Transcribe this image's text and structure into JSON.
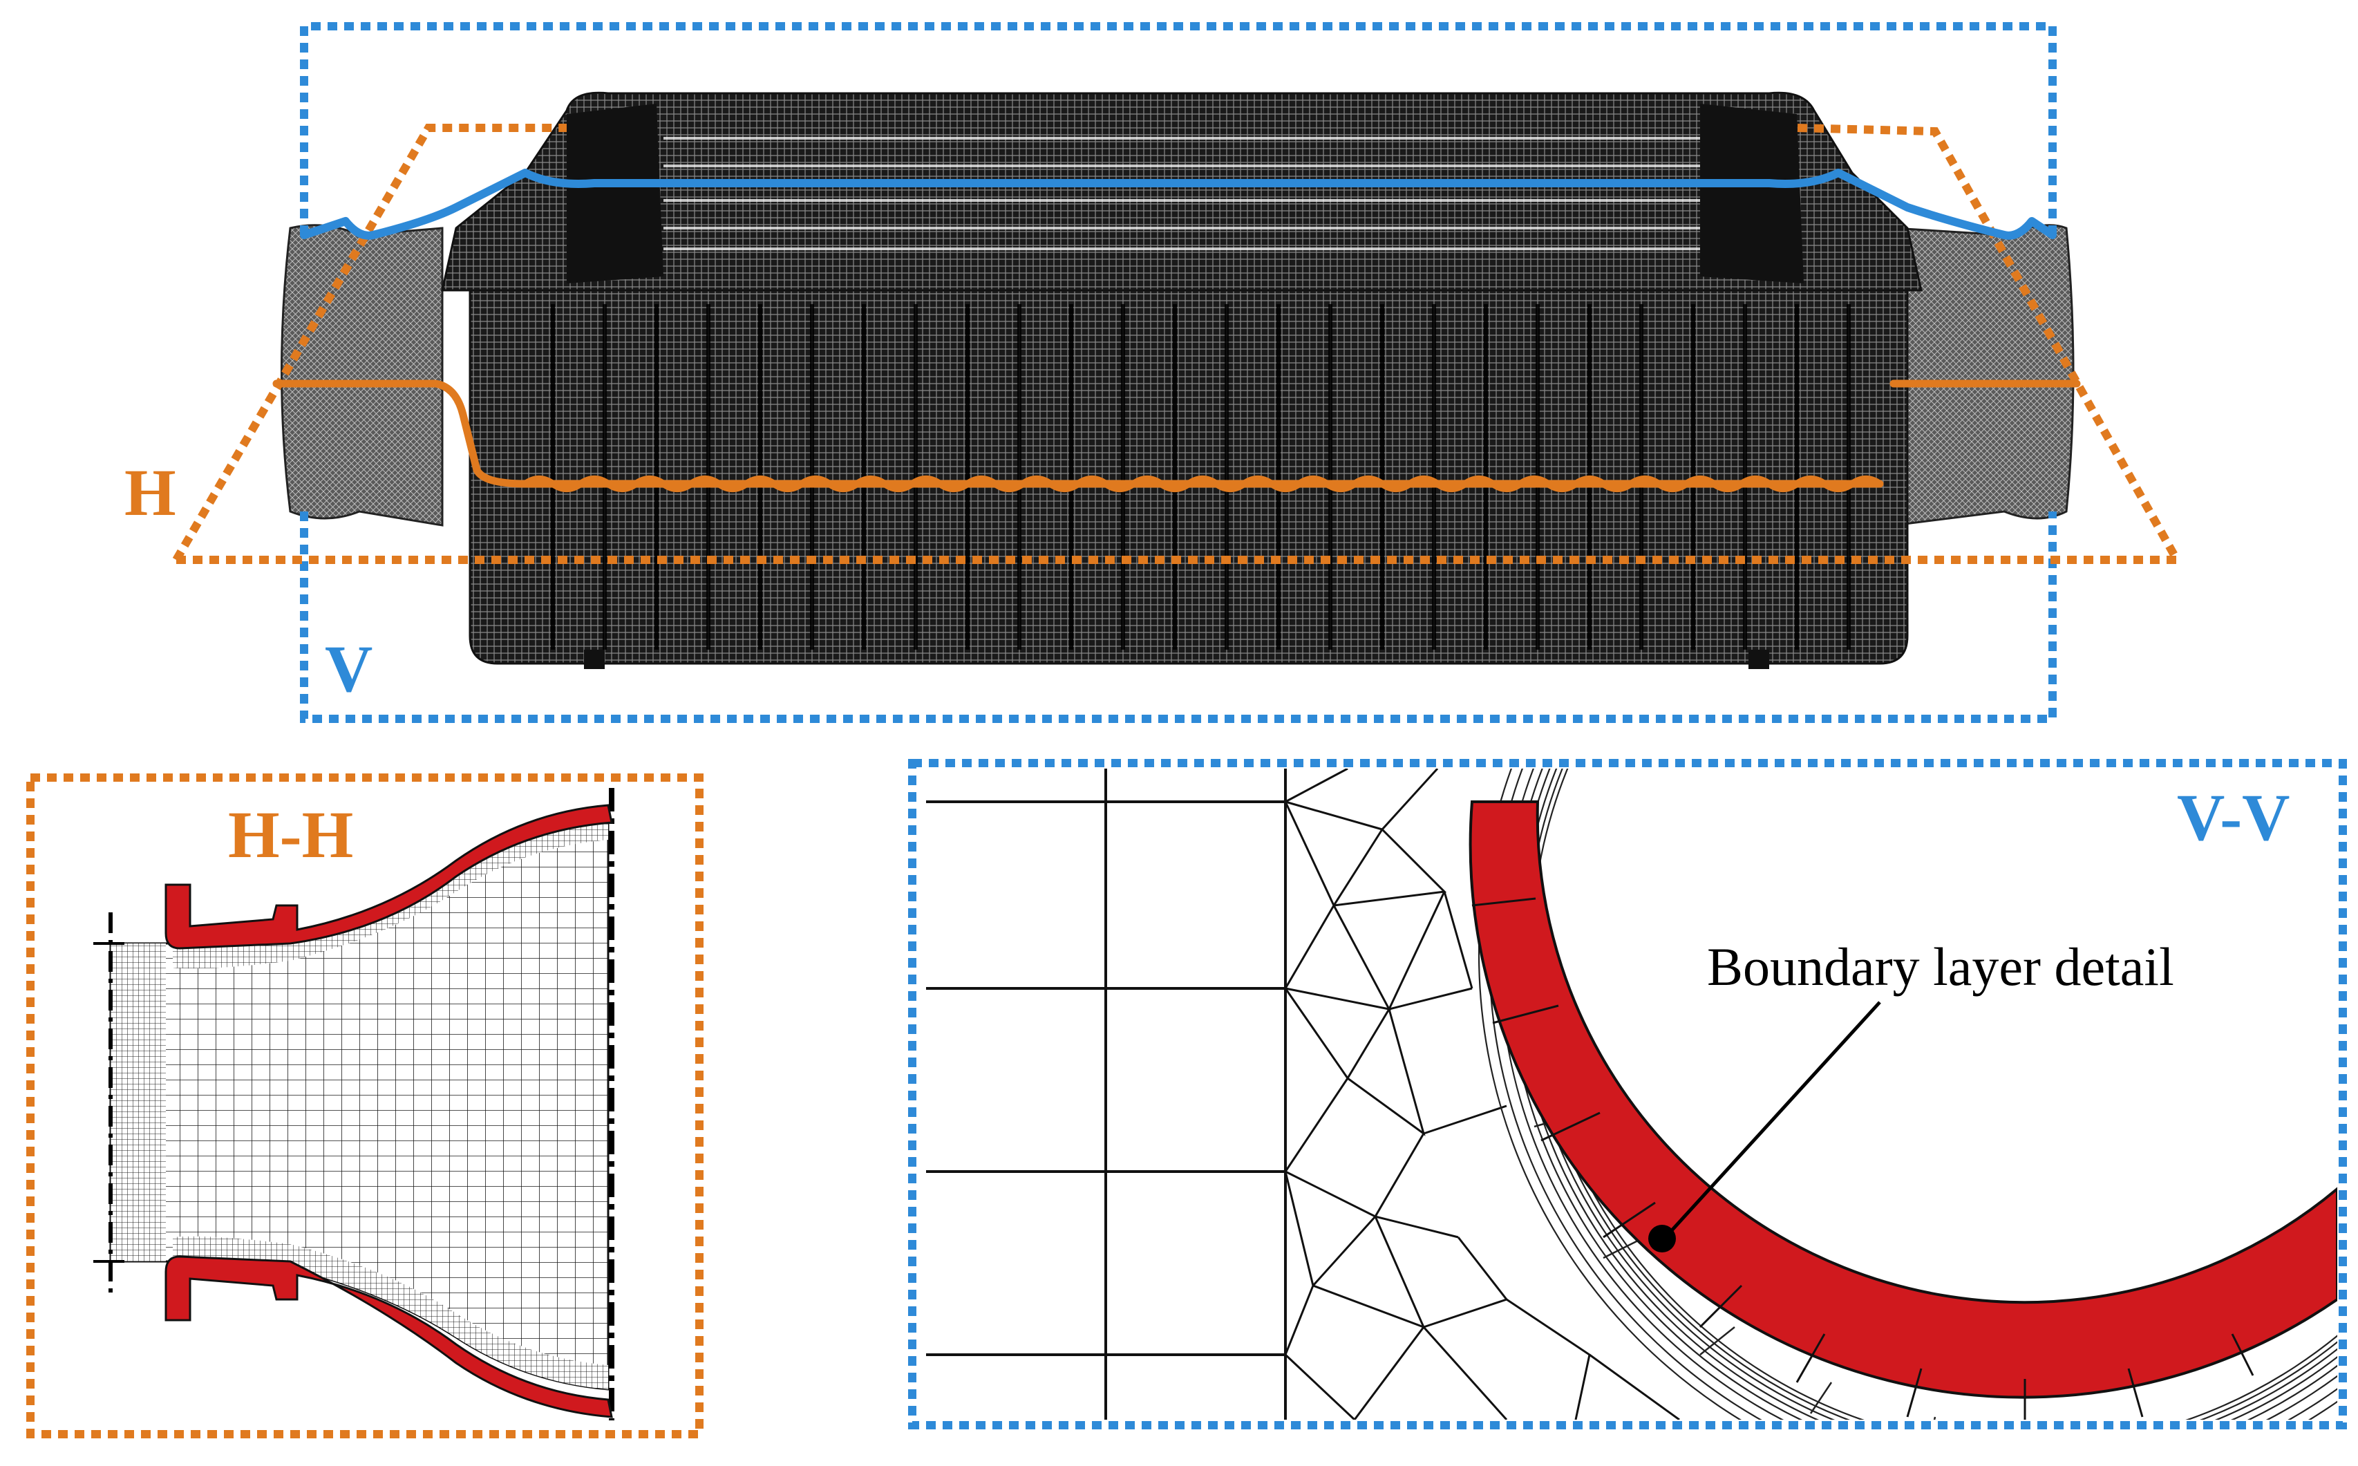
{
  "labels": {
    "h_plane": "H",
    "v_plane": "V",
    "hh_section": "H-H",
    "vv_section": "V-V",
    "annotation": "Boundary layer detail"
  },
  "colors": {
    "orange": "#E07A1F",
    "blue": "#2E8AD8",
    "wall_red": "#D0191E",
    "mesh_dark": "#141414"
  }
}
